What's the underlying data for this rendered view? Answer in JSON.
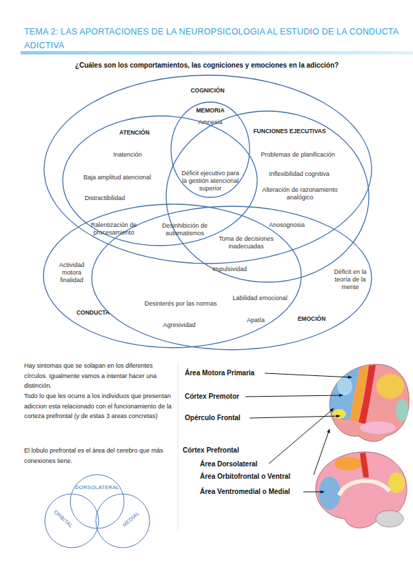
{
  "diagram": {
    "title": "TEMA 2: LAS APORTACIONES DE LA NEUROPSICOLOGIA AL ESTUDIO DE LA CONDUCTA ADICTIVA",
    "nodes": [
      {
        "text": [
          "COGNICIÓN"
        ]
      },
      {
        "text": [
          "MEMORIA",
          "Amnesia"
        ],
        "in": 0
      },
      {
        "text": [
          "ATENCIÓN",
          "Inatención",
          "Baja amplitud atencional",
          "Distractibilidad"
        ],
        "in": 0
      },
      {
        "text": [
          "FUNCIONES EJECUTIVAS",
          "Problemas de planificación",
          "Inflexibilidad cognitiva",
          "Alteración de razonamiento analógico"
        ],
        "in": 0
      },
      {
        "text": [
          "Actividad motora finalidad",
          "CONDUCTA"
        ]
      },
      {
        "text": [
          "Déficit en la teoría de la mente",
          "EMOCIÓN"
        ]
      },
      {
        "text": [
          "DORSOLATERAL"
        ]
      },
      {
        "text": [
          "ORBITAL"
        ]
      },
      {
        "text": [
          "MEDIAL"
        ]
      }
    ],
    "labels": [
      "¿Cuáles son los comportamientos, las cogniciones y emociones en la adicción?",
      "Déficit ejecutivo para la gestión atencional superior",
      "Ralentización de procesamiento",
      "Desinhibición de automatismos",
      "Anosognosia",
      "Toma de decisiones inadecuadas",
      "Impulsividad",
      "Desinterés por las normas",
      "Labilidad emocional",
      "Agresividad",
      "Apatía",
      "Hay sintomas que se solapan en los diferentes círculos. Igualmente vamos a intentar hacer una distinción.",
      "Todo lo que les ocurre a los individuos que presentan adiccion esta relacionado con el funcionamiento de la corteza prefrontal (y de estas 3 areas concretas)",
      "El lobulo prefrontal es el área del cerebro que más conexiones tiene.",
      "Área Motora Primaria",
      "Córtex Premotor",
      "Opérculo Frontal",
      "Córtex Prefrontal",
      "Área Dorsolateral",
      "Área Orbitofrontal o Ventral",
      "Área Ventromedial o Medial"
    ]
  }
}
